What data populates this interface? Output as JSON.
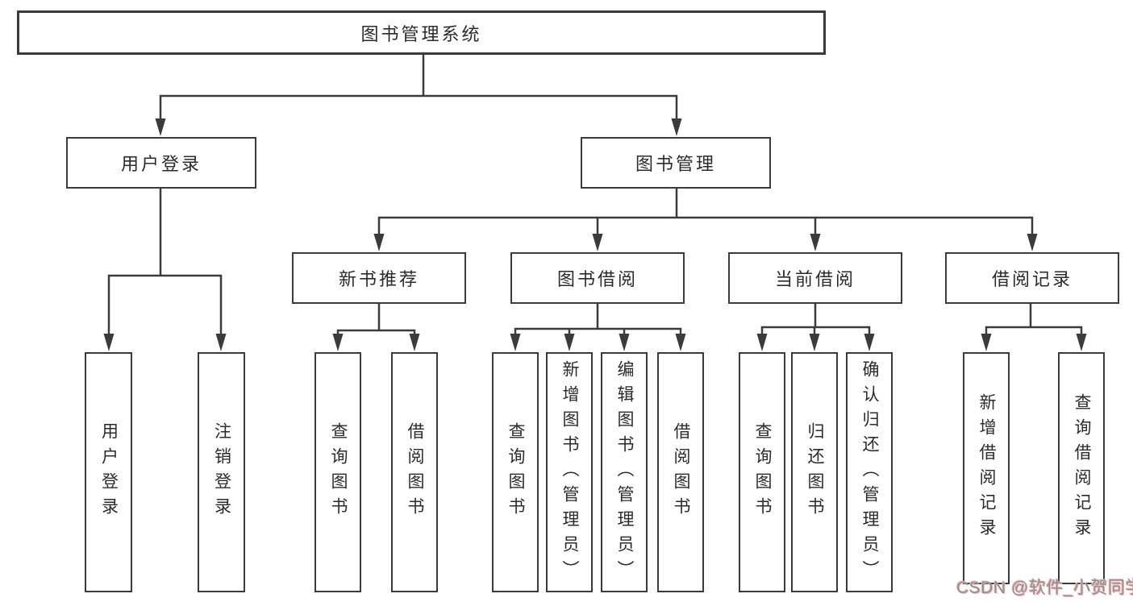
{
  "tree": {
    "root": "图书管理系统",
    "level2": [
      {
        "label": "用户登录",
        "leaves": [
          "用户登录",
          "注销登录"
        ]
      },
      {
        "label": "图书管理",
        "groups": [
          {
            "label": "新书推荐",
            "leaves": [
              "查询图书",
              "借阅图书"
            ]
          },
          {
            "label": "图书借阅",
            "leaves": [
              "查询图书",
              "新增图书（管理员）",
              "编辑图书（管理员）",
              "借阅图书"
            ]
          },
          {
            "label": "当前借阅",
            "leaves": [
              "查询图书",
              "归还图书",
              "确认归还（管理员）"
            ]
          },
          {
            "label": "借阅记录",
            "leaves": [
              "新增借阅记录",
              "查询借阅记录"
            ]
          }
        ]
      }
    ]
  },
  "watermark": {
    "text": "CSDN @软件_小贺同学",
    "color": "#8f8f8f",
    "glow_color": "#f3b9b9"
  },
  "colors": {
    "line": "#3b3b3b",
    "box_border": "#3b3b3b",
    "box_background": "#ffffff",
    "text": "#2b2b2b",
    "page_background": "#ffffff"
  }
}
